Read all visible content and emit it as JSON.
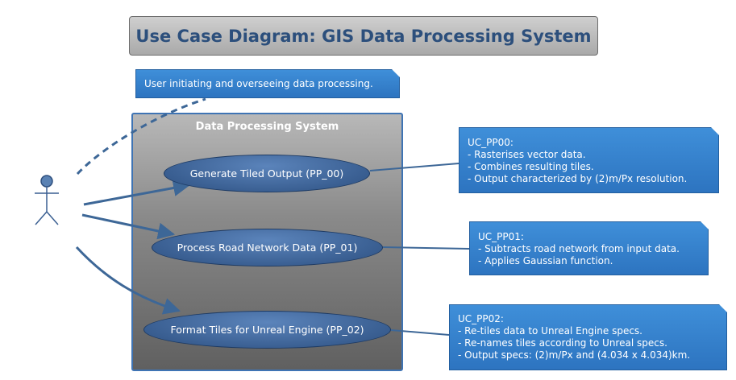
{
  "title": "Use Case Diagram: GIS Data Processing System",
  "system": {
    "label": "Data Processing System"
  },
  "actor_note": "User initiating and overseeing data processing.",
  "use_cases": [
    {
      "label": "Generate Tiled Output (PP_00)"
    },
    {
      "label": "Process Road Network Data (PP_01)"
    },
    {
      "label": "Format Tiles for Unreal Engine (PP_02)"
    }
  ],
  "notes": [
    {
      "lines": [
        "UC_PP00:",
        "- Rasterises vector data.",
        "- Combines resulting tiles.",
        "- Output characterized by (2)m/Px resolution."
      ]
    },
    {
      "lines": [
        "UC_PP01:",
        "- Subtracts road network from input data.",
        "- Applies Gaussian function."
      ]
    },
    {
      "lines": [
        "UC_PP02:",
        "- Re-tiles data to Unreal Engine specs.",
        "- Re-names tiles according to Unreal specs.",
        "- Output specs: (2)m/Px and (4.034 x 4.034)km."
      ]
    }
  ],
  "colors": {
    "title_text": "#2c4f7c",
    "note_fill": "#3a86d4",
    "usecase_fill": "#3f6598",
    "arrow": "#3d6797",
    "actor": "#5a82b4"
  }
}
